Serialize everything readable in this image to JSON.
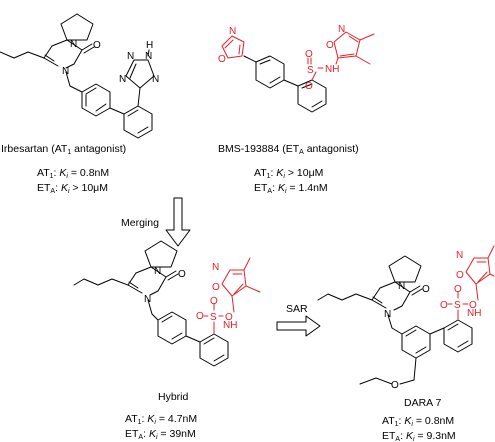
{
  "colors": {
    "highlight": "#e8202a",
    "ink": "#000000"
  },
  "compounds": [
    {
      "name_prefix": "Irbesartan (AT",
      "name_sub": "1",
      "name_suffix": " antagonist)",
      "line1": {
        "receptor": "AT",
        "sub": "1",
        "sep": ": ",
        "k": "K",
        "ki_sub": "i",
        "rel": " = 0.8nM"
      },
      "line2": {
        "receptor": "ET",
        "sub": "A",
        "sep": ": ",
        "k": "K",
        "ki_sub": "i",
        "rel": " > 10μM"
      }
    },
    {
      "name_prefix": "BMS-193884 (ET",
      "name_sub": "A",
      "name_suffix": " antagonist)",
      "line1": {
        "receptor": "AT",
        "sub": "1",
        "sep": ": ",
        "k": "K",
        "ki_sub": "i",
        "rel": " > 10μM"
      },
      "line2": {
        "receptor": "ET",
        "sub": "A",
        "sep": ": ",
        "k": "K",
        "ki_sub": "i",
        "rel": " = 1.4nM"
      }
    },
    {
      "name": "Hybrid",
      "line1": {
        "receptor": "AT",
        "sub": "1",
        "sep": ": ",
        "k": "K",
        "ki_sub": "i",
        "rel": " = 4.7nM"
      },
      "line2": {
        "receptor": "ET",
        "sub": "A",
        "sep": ": ",
        "k": "K",
        "ki_sub": "i",
        "rel": " = 39nM"
      }
    },
    {
      "name": "DARA 7",
      "line1": {
        "receptor": "AT",
        "sub": "1",
        "sep": ": ",
        "k": "K",
        "ki_sub": "i",
        "rel": " = 0.8nM"
      },
      "line2": {
        "receptor": "ET",
        "sub": "A",
        "sep": ": ",
        "k": "K",
        "ki_sub": "i",
        "rel": " = 9.3nM"
      }
    }
  ],
  "arrows": {
    "merging": "Merging",
    "sar": "SAR"
  },
  "atoms": {
    "N": "N",
    "O": "O",
    "S": "S",
    "NH": "NH",
    "H": "H"
  }
}
